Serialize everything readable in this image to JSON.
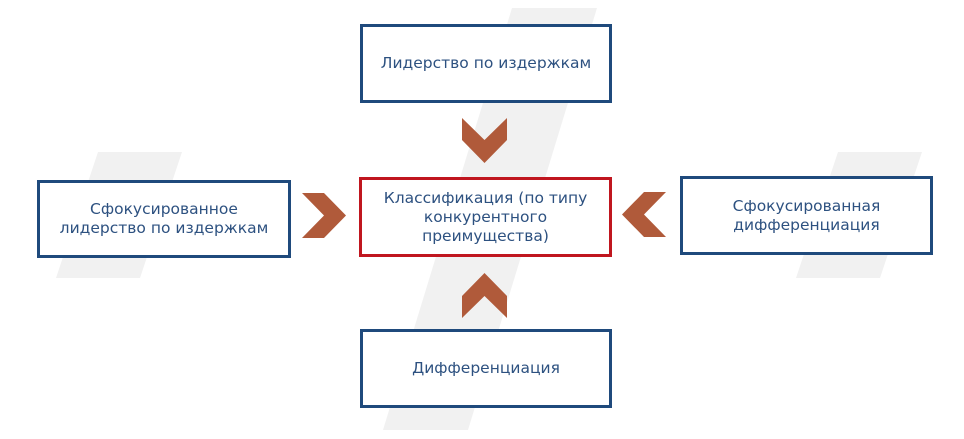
{
  "colors": {
    "box_border": "#1f4a7c",
    "center_border": "#c0161f",
    "text": "#2d5180",
    "arrow": "#b05a3a",
    "slash": "#f0f0f0"
  },
  "diagram": {
    "center": {
      "label": "Классификация (по типу\nконкурентного\nпреимущества)"
    },
    "top": {
      "label": "Лидерство по издержкам"
    },
    "left": {
      "label": "Сфокусированное\nлидерство по издержкам"
    },
    "right": {
      "label": "Сфокусированная\nдифференциация"
    },
    "bottom": {
      "label": "Дифференциация"
    }
  },
  "arrows": [
    {
      "from": "top",
      "to": "center",
      "icon": "chevron-down-icon"
    },
    {
      "from": "left",
      "to": "center",
      "icon": "chevron-right-icon"
    },
    {
      "from": "right",
      "to": "center",
      "icon": "chevron-left-icon"
    },
    {
      "from": "bottom",
      "to": "center",
      "icon": "chevron-up-icon"
    }
  ]
}
